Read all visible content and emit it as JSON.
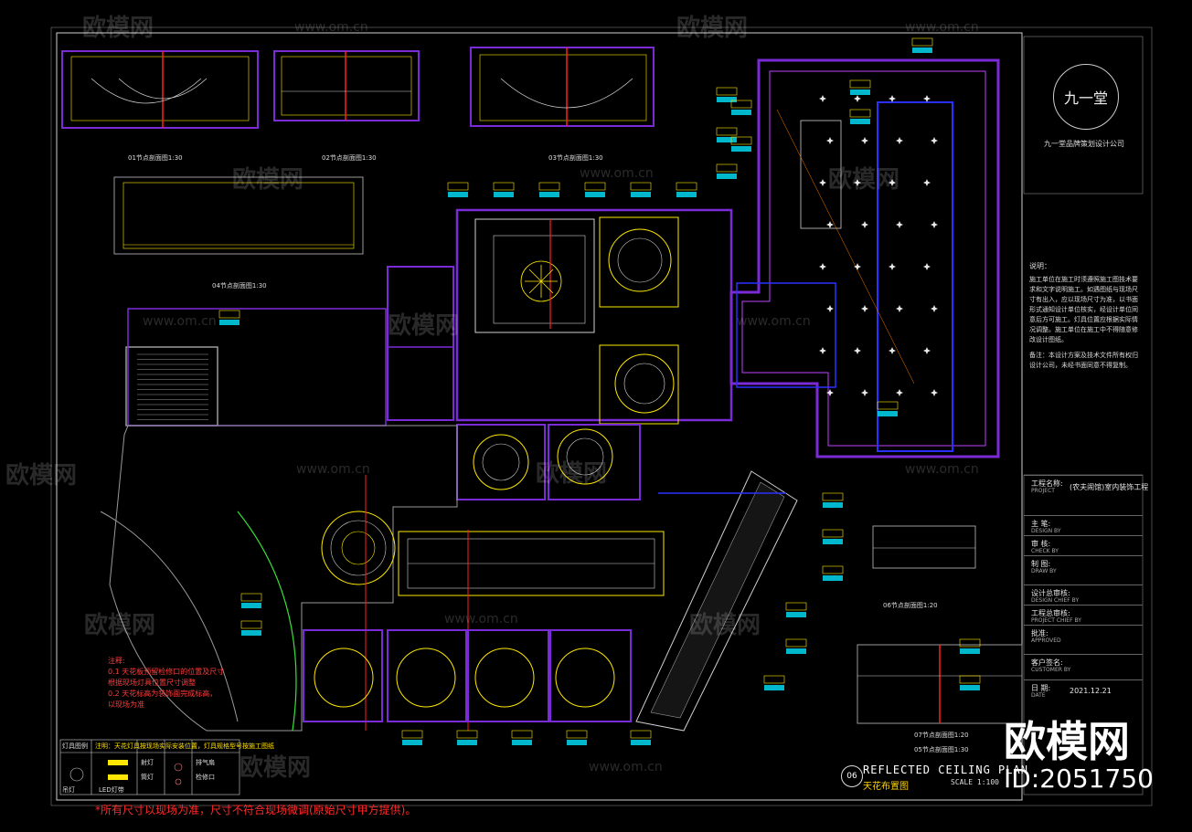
{
  "title_block": {
    "logo_text": "九一堂",
    "company": "九一堂品牌策划设计公司",
    "notes_title": "说明：",
    "notes_body": "施工单位在施工时须遵照施工图技术要求和文字说明施工。如遇图纸与现场尺寸有出入，应以现场尺寸为准，以书面形式通知设计单位核实，经设计单位同意后方可施工。灯具位置应根据实际情况调整。施工单位在施工中不得随意修改设计图纸。",
    "notes_extra": "备注：本设计方案及技术文件所有权归设计公司，未经书面同意不得复制。",
    "rows": [
      {
        "label": "工程名称:",
        "label_en": "PROJECT",
        "value": "(农夫闹馆)室内装饰工程"
      },
      {
        "label": "主 笔:",
        "label_en": "DESIGN BY",
        "value": ""
      },
      {
        "label": "审 核:",
        "label_en": "CHECK BY",
        "value": ""
      },
      {
        "label": "制 图:",
        "label_en": "DRAW BY",
        "value": ""
      },
      {
        "label": "设计总审核:",
        "label_en": "DESIGN CHIEF BY",
        "value": ""
      },
      {
        "label": "工程总审核:",
        "label_en": "PROJECT CHIEF BY",
        "value": ""
      },
      {
        "label": "批准:",
        "label_en": "APPROVED",
        "value": ""
      },
      {
        "label": "客户签名:",
        "label_en": "CUSTOMER BY",
        "value": ""
      },
      {
        "label": "日 期:",
        "label_en": "DATE",
        "value": "2021.12.21"
      }
    ]
  },
  "plan": {
    "number": "06",
    "title_en": "REFLECTED CEILING PLAN",
    "title_cn": "天花布置图",
    "scale": "SCALE 1:100"
  },
  "section_labels": [
    "01节点剖面图1:30",
    "02节点剖面图1:30",
    "03节点剖面图1:30",
    "04节点剖面图1:30",
    "05节点剖面图1:30",
    "06节点剖面图1:20",
    "07节点剖面图1:20"
  ],
  "red_note": {
    "title": "注释:",
    "lines": [
      "0.1 天花板预留检修口的位置及尺寸",
      "根据现场灯具位置尺寸调整",
      "0.2 天花标高为装饰面完成标高，",
      "以现场为准"
    ]
  },
  "legend": {
    "title": "灯具图例",
    "note": "注明：天花灯具按现场实际安装位置，灯具规格型号按施工图纸",
    "items": [
      "吊灯",
      "射灯",
      "筒灯",
      "LED灯带",
      "排气扇",
      "检修口"
    ]
  },
  "footer_note": "*所有尺寸以现场为准，尺寸不符合现场微调(原始尺寸甲方提供)。",
  "watermark": {
    "brand": "欧模网",
    "url": "www.om.cn",
    "id": "ID:2051750"
  },
  "colors": {
    "background": "#000000",
    "wall_purple": "#7a2bd6",
    "wall_magenta": "#c040ff",
    "ceiling_blue": "#2a30ff",
    "annotation_yellow": "#ffe800",
    "cyan": "#00e5ff",
    "red": "#ff2020",
    "green": "#38e038",
    "gray": "#9a9a9a"
  }
}
